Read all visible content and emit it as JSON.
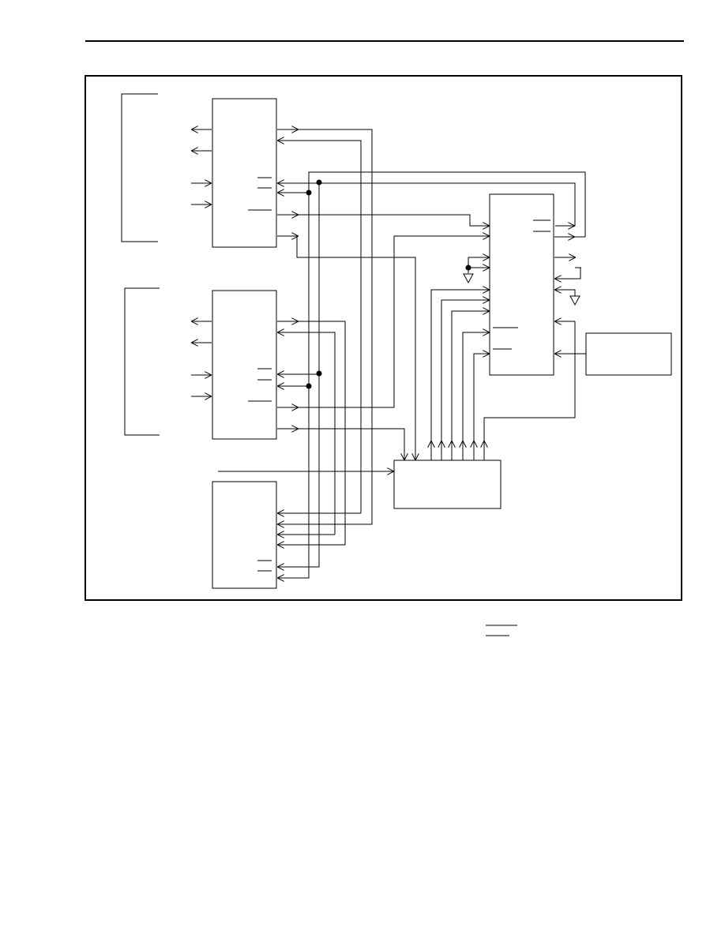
{
  "page": {},
  "colors": {
    "ink": "#000000",
    "paper": "#ffffff"
  },
  "diagram": {
    "kind": "block-diagram",
    "blocks": [
      "bus-bracket-top",
      "bus-bracket-mid",
      "device-1",
      "device-2",
      "device-3",
      "controller",
      "decoder",
      "external-block"
    ],
    "symbols": [
      "junction-dot",
      "ground-symbol",
      "arrowhead",
      "overbar"
    ]
  }
}
